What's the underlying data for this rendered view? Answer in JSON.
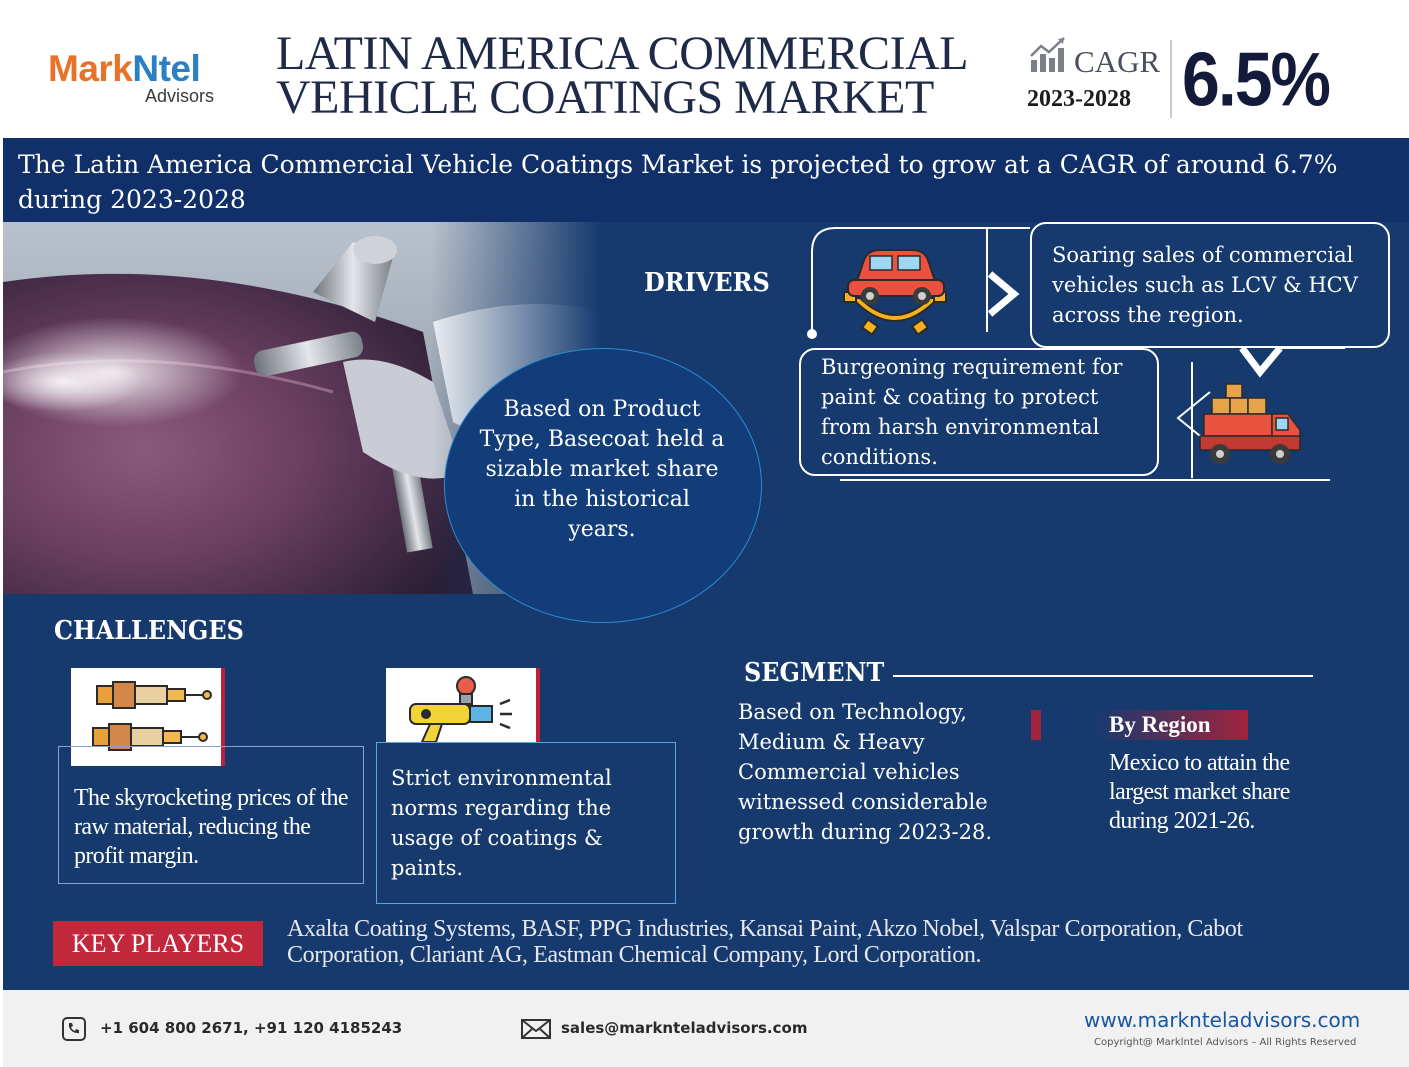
{
  "header": {
    "logo_part1": "Mark",
    "logo_part2": "Ntel",
    "logo_sub": "Advisors",
    "title_line1": "LATIN AMERICA COMMERCIAL",
    "title_line2": "VEHICLE COATINGS MARKET",
    "cagr_label": "CAGR",
    "cagr_years": "2023-2028",
    "cagr_value": "6.5%"
  },
  "subtitle": "The Latin America Commercial Vehicle Coatings Market is projected to grow at a CAGR of around 6.7% during 2023-2028",
  "product_bubble": "Based on Product Type, Basecoat held a sizable market share in the historical years.",
  "drivers": {
    "heading": "DRIVERS",
    "items": [
      "Soaring sales of commercial vehicles such as LCV & HCV across the region.",
      "Burgeoning requirement for paint & coating to protect from harsh environmental conditions."
    ]
  },
  "challenges": {
    "heading": "CHALLENGES",
    "items": [
      "The skyrocketing prices of the raw material, reducing the profit margin.",
      "Strict environmental norms regarding the usage of coatings & paints."
    ]
  },
  "segment": {
    "heading": "SEGMENT",
    "technology_text": "Based on Technology, Medium & Heavy Commercial vehicles witnessed considerable growth during 2023-28.",
    "region_label": "By Region",
    "region_text": "Mexico to attain the largest market share during 2021-26."
  },
  "key_players": {
    "label": "KEY PLAYERS",
    "text": "Axalta Coating Systems, BASF, PPG Industries, Kansai Paint, Akzo Nobel, Valspar Corporation, Cabot Corporation, Clariant AG, Eastman Chemical Company, Lord Corporation."
  },
  "footer": {
    "phone": "+1 604 800 2671, +91 120 4185243",
    "email": "sales@marknteladvisors.com",
    "website": "www.marknteladvisors.com",
    "copyright": "Copyright@ Marklntel Advisors – All Rights Reserved"
  },
  "colors": {
    "panel": "#163a6e",
    "subtitle_bar": "#11306a",
    "accent_red": "#c1283b",
    "logo_orange": "#e8722a",
    "logo_blue": "#2b7fc4"
  },
  "icons": [
    "growth-chart-icon",
    "car-gear-icon",
    "delivery-truck-icon",
    "spark-plug-icon",
    "spray-gun-icon",
    "phone-icon",
    "mail-icon"
  ]
}
